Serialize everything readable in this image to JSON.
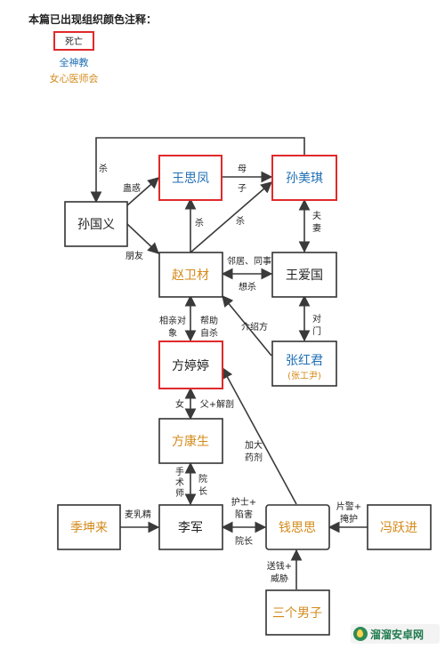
{
  "legend": {
    "title": "本篇已出现组织颜色注释：",
    "dead": "死亡",
    "org1": "全神教",
    "org2": "女心医师会"
  },
  "colors": {
    "dead_border": "#e0292b",
    "org1": "#1f6fb5",
    "org2": "#d38a1a",
    "line": "#3a3a3a",
    "text": "#222222"
  },
  "nodes": {
    "sun_guoyi": "孙国义",
    "wang_sifeng": "王思凤",
    "sun_meiqi": "孙美琪",
    "zhao_weicai": "赵卫材",
    "wang_aiguo": "王爱国",
    "fang_tingting": "方婷婷",
    "zhang_hongjun": "张红君",
    "zhang_hongjun_alias": "(张工尹)",
    "fang_kangsheng": "方康生",
    "ji_kunlai": "季坤来",
    "li_jun": "李军",
    "qian_sisi": "钱思思",
    "feng_yuejin": "冯跃进",
    "three_men": "三个男子"
  },
  "edges": {
    "kill_top": "杀",
    "gouhuo": "蛊惑",
    "mu": "母",
    "zi": "子",
    "sha1": "杀",
    "sha2": "杀",
    "fuqi": [
      "夫",
      "妻"
    ],
    "pengyou": "朋友",
    "linju": "邻居、同事",
    "xiangsha": "想杀",
    "xiangqin": [
      "相亲对",
      "象"
    ],
    "bangzhu": [
      "帮助",
      "自杀"
    ],
    "jieshao": "介绍方",
    "duimen": [
      "对",
      "门"
    ],
    "nv": "女",
    "fu_jiepou": "父+解剖",
    "jiada": [
      "加大",
      "药剂"
    ],
    "shoushushi": [
      "手",
      "术",
      "师"
    ],
    "yuanzhang1": [
      "院",
      "长"
    ],
    "mairujing": "麦乳精",
    "hushi": [
      "护士+",
      "陷害"
    ],
    "yuanzhang2": "院长",
    "pianjing": [
      "片警+",
      "掩护"
    ],
    "songqian": [
      "送钱+",
      "威胁"
    ]
  },
  "watermark": "溜溜安卓网"
}
